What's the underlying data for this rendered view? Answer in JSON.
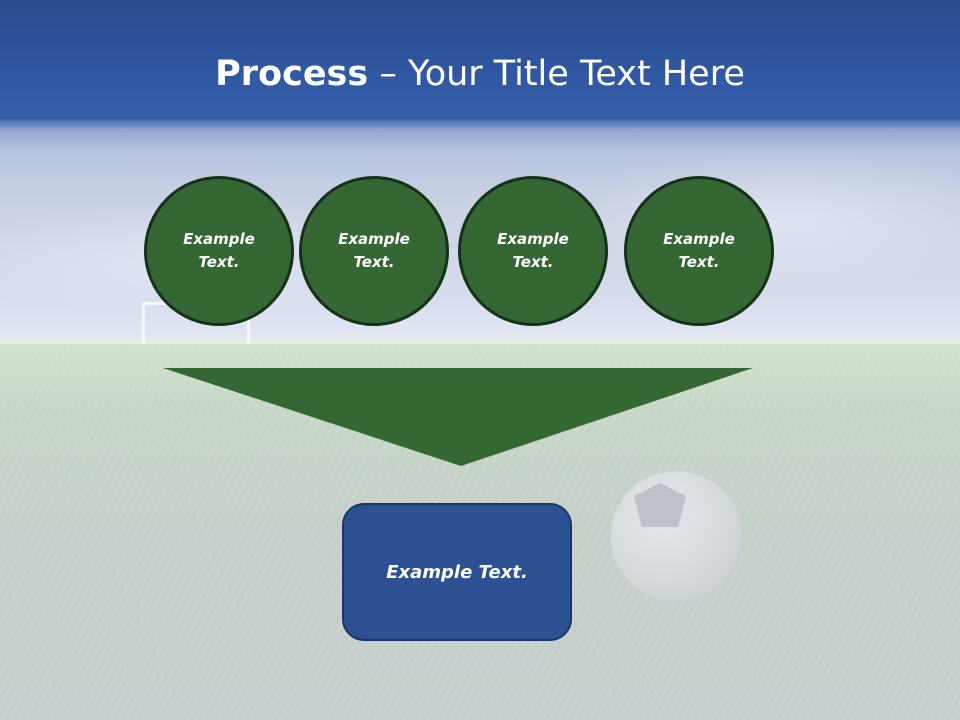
{
  "slide": {
    "title": {
      "bold": "Process",
      "rest": " – Your Title Text Here"
    },
    "steps": [
      {
        "line1": "Example",
        "line2": "Text."
      },
      {
        "line1": "Example",
        "line2": "Text."
      },
      {
        "line1": "Example",
        "line2": "Text."
      },
      {
        "line1": "Example",
        "line2": "Text."
      }
    ],
    "result": {
      "label": "Example Text."
    },
    "colors": {
      "banner": "#2f559f",
      "circle_fill": "#356734",
      "circle_border": "#16301a",
      "funnel": "#356734",
      "result_fill": "#2c5091",
      "result_border": "#1a3566",
      "text": "#ffffff"
    },
    "background": {
      "scene": "soccer-field",
      "elements": [
        "sky",
        "goal-post",
        "grass",
        "soccer-ball"
      ]
    }
  }
}
